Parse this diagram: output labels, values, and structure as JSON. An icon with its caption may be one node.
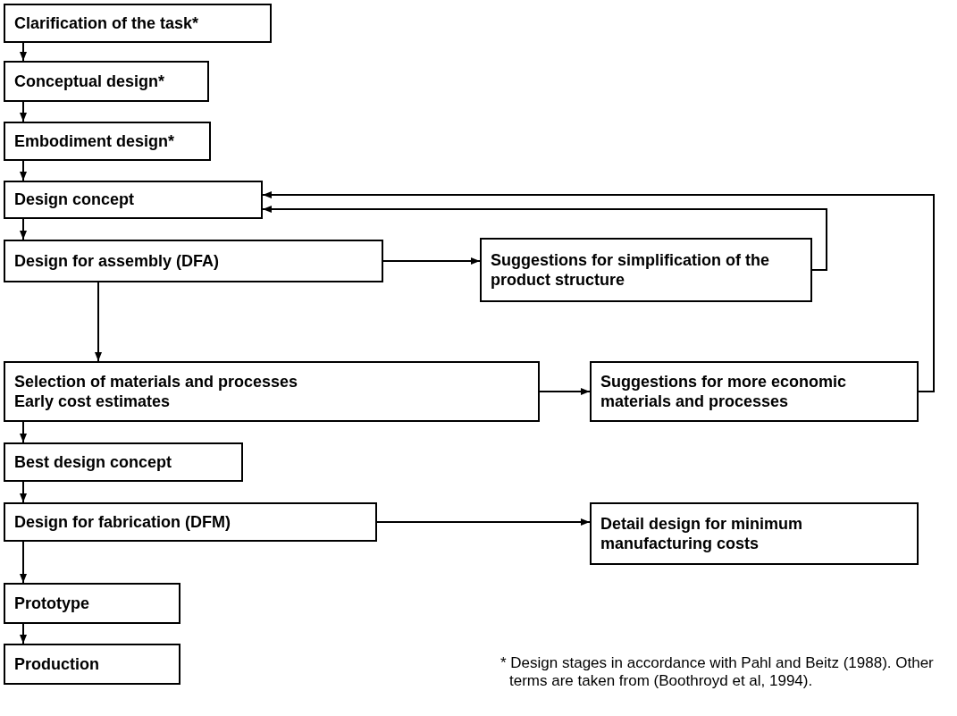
{
  "diagram": {
    "nodes": [
      {
        "text": [
          "Clarification of the task*"
        ]
      },
      {
        "text": [
          "Conceptual design*"
        ]
      },
      {
        "text": [
          "Embodiment design*"
        ]
      },
      {
        "text": [
          "Design concept"
        ]
      },
      {
        "text": [
          "Design for assembly (DFA)"
        ]
      },
      {
        "text": [
          "Suggestions for simplification of the product structure"
        ]
      },
      {
        "text": [
          "Selection of materials and processes",
          "Early cost estimates"
        ]
      },
      {
        "text": [
          "Suggestions for more economic materials and processes"
        ]
      },
      {
        "text": [
          "Best design concept"
        ]
      },
      {
        "text": [
          "Design for fabrication (DFM)"
        ]
      },
      {
        "text": [
          "Detail design for minimum manufacturing costs"
        ]
      },
      {
        "text": [
          "Prototype"
        ]
      },
      {
        "text": [
          "Production"
        ]
      }
    ],
    "edges": [
      {
        "from": 0,
        "to": 1,
        "arrow": "to"
      },
      {
        "from": 1,
        "to": 2,
        "arrow": "to"
      },
      {
        "from": 2,
        "to": 3,
        "arrow": "to"
      },
      {
        "from": 3,
        "to": 4,
        "arrow": "to"
      },
      {
        "from": 4,
        "to": 5,
        "arrow": "to"
      },
      {
        "from": 4,
        "to": 6,
        "arrow": "to"
      },
      {
        "from": 6,
        "to": 7,
        "arrow": "to"
      },
      {
        "from": 5,
        "to": 3,
        "arrow": "to"
      },
      {
        "from": 7,
        "to": 3,
        "arrow": "to"
      },
      {
        "from": 6,
        "to": 8,
        "arrow": "to"
      },
      {
        "from": 8,
        "to": 9,
        "arrow": "to"
      },
      {
        "from": 9,
        "to": 10,
        "arrow": "to"
      },
      {
        "from": 9,
        "to": 11,
        "arrow": "to"
      },
      {
        "from": 11,
        "to": 12,
        "arrow": "to"
      }
    ],
    "caption": "* Design stages in accordance with Pahl and Beitz (1988). Other terms are taken from (Boothroyd et al, 1994)."
  }
}
